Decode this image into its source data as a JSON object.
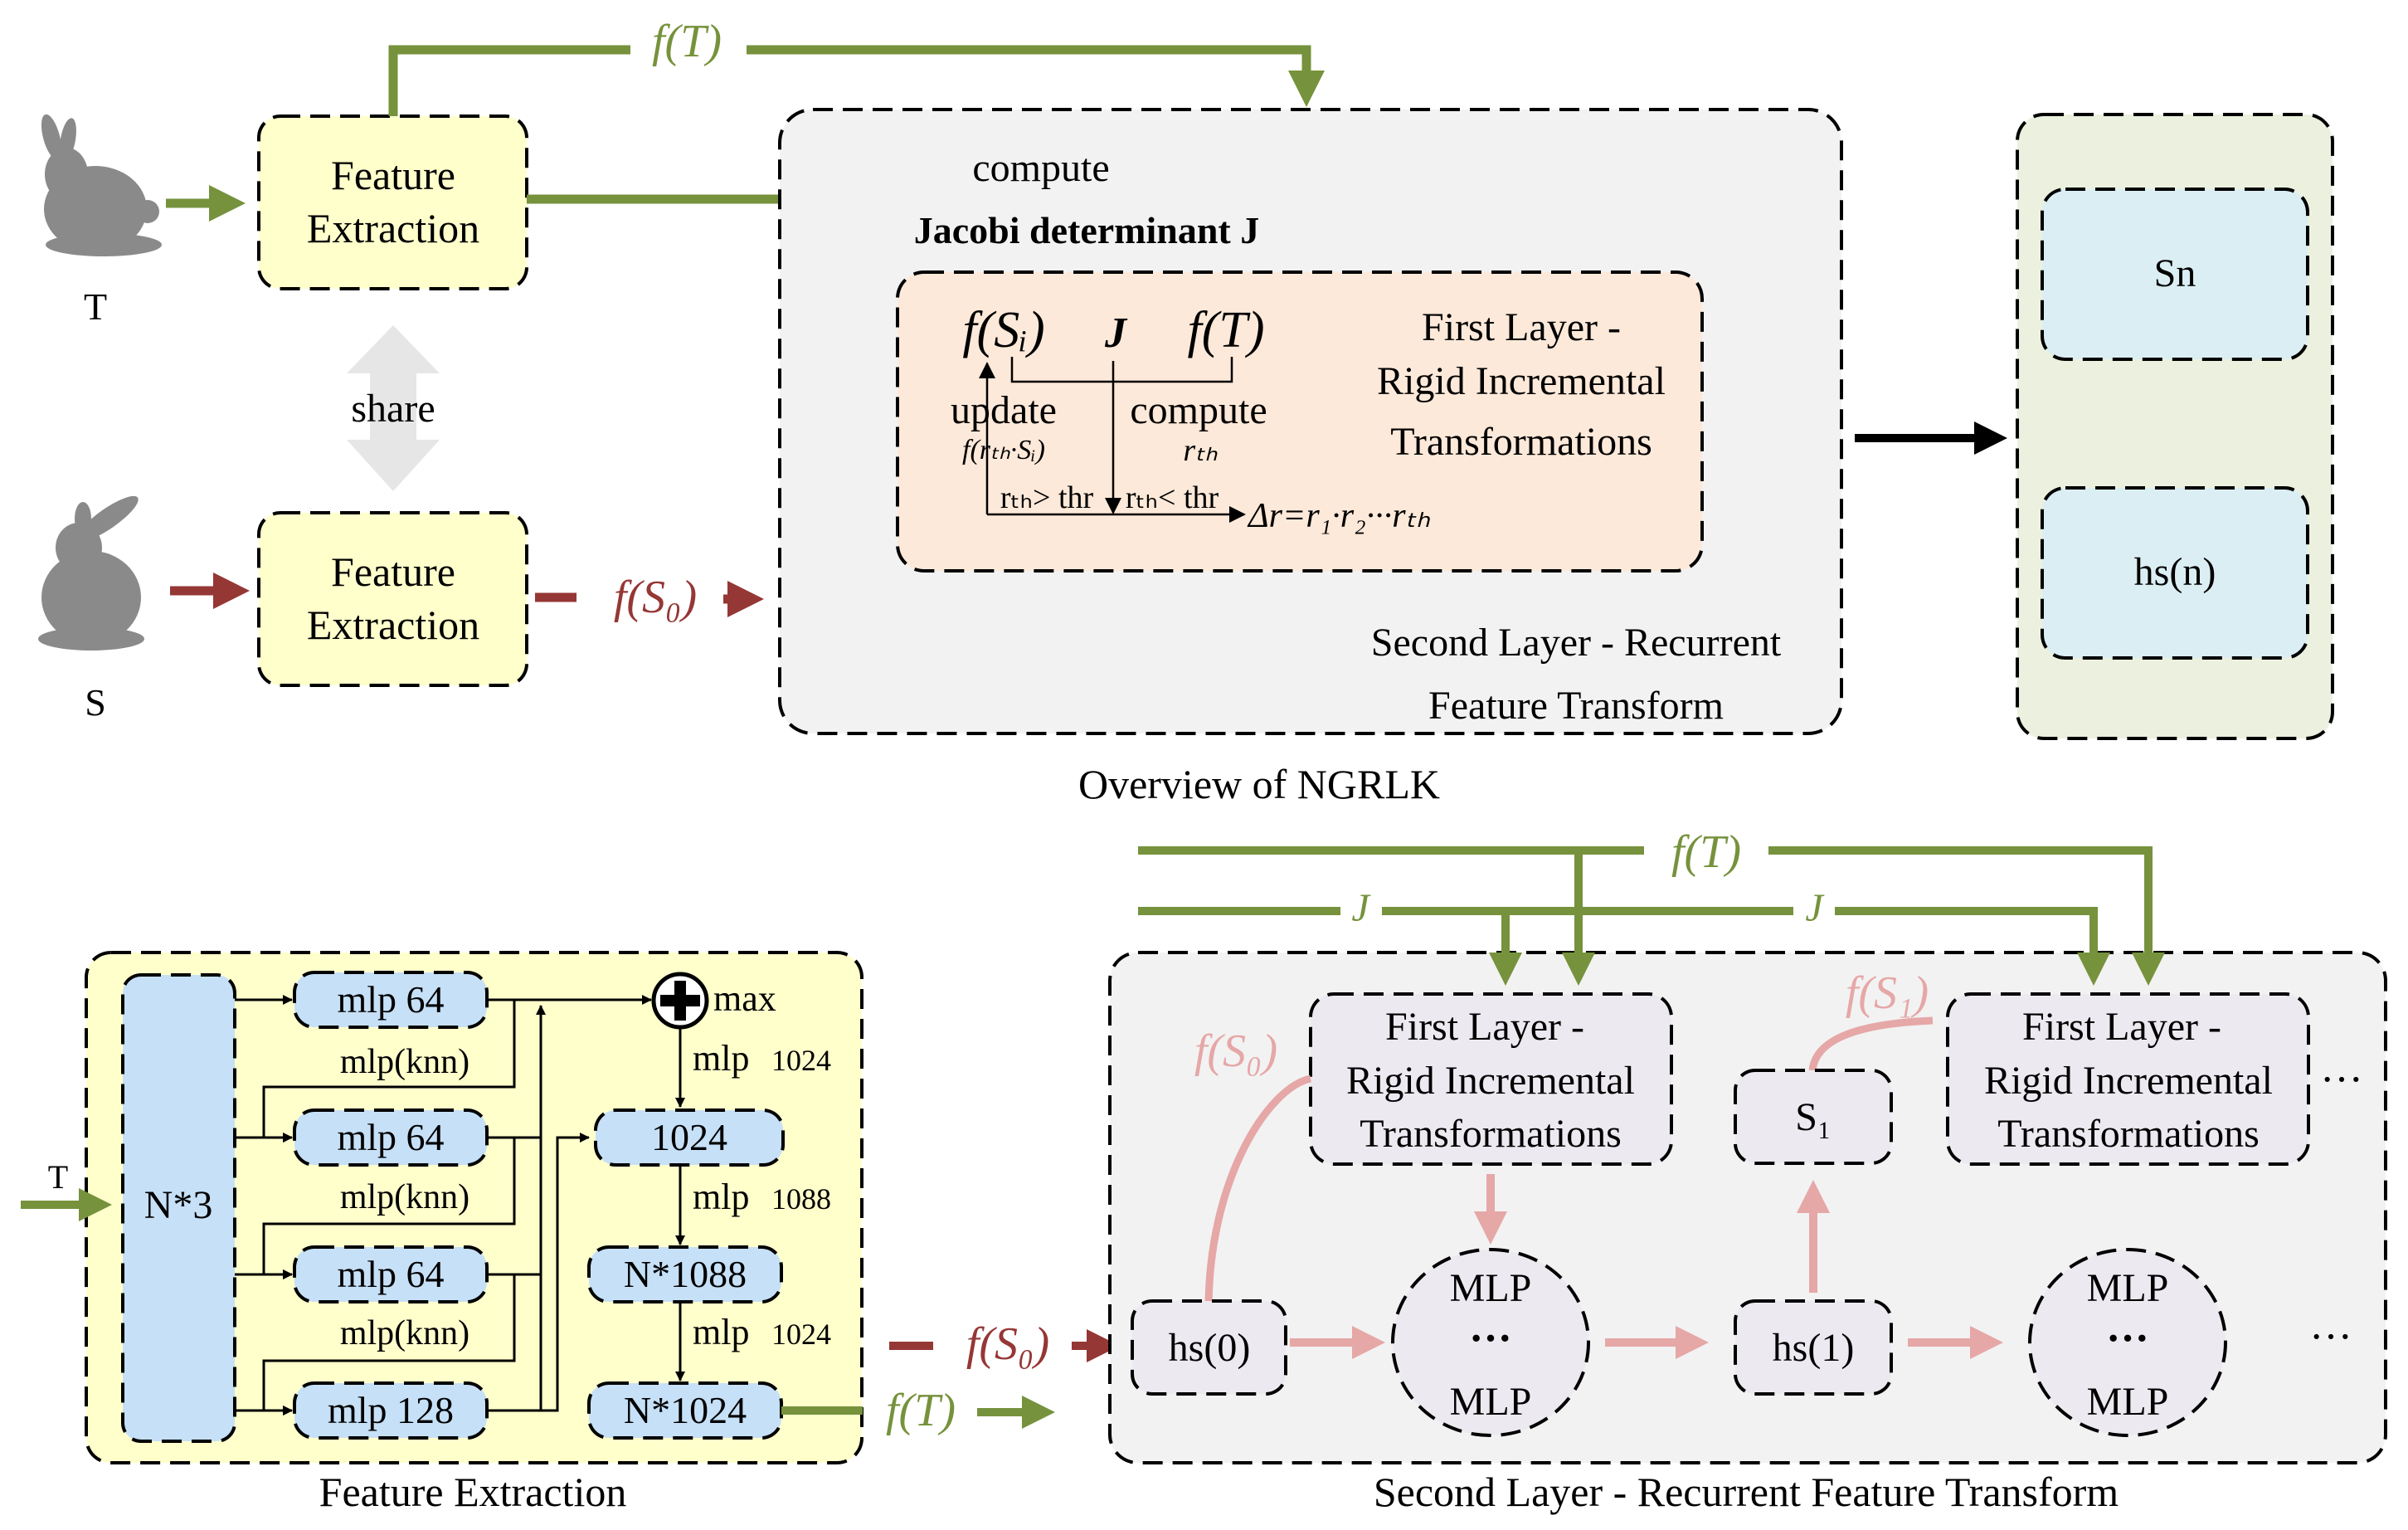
{
  "colors": {
    "green": "#76923c",
    "red": "#953735",
    "pink": "#e6a7a7",
    "black": "#000000",
    "yellow_fill": "#ffffcc",
    "gray_fill": "#f2f2f2",
    "peach_fill": "#fde9d9",
    "green_fill": "#ebf1de",
    "blue_fill": "#dbeef3",
    "lightblue_fill": "#c6e0f7",
    "lavender_fill": "#ece9f0"
  },
  "overview": {
    "input_t": "T",
    "input_s": "S",
    "fe_top": [
      "Feature",
      "Extraction"
    ],
    "fe_bottom": [
      "Feature",
      "Extraction"
    ],
    "share": "share",
    "f_t": "f(T)",
    "f_s0": "f(S₀)",
    "compute": "compute",
    "jacobi": "Jacobi determinant J",
    "first_layer": [
      "First Layer -",
      "Rigid Incremental",
      "Transformations"
    ],
    "formula_fs": "f(Sᵢ)",
    "formula_j": "J",
    "formula_ft": "f(T)",
    "update": "update",
    "update_sub": "f(rₜₕ·Sᵢ)",
    "compute2": "compute",
    "compute2_sub": "rₜₕ",
    "cond1": "rₜₕ> thr",
    "cond2": "rₜₕ< thr",
    "delta_r": "Δr=r₁·r₂···rₜₕ",
    "second_layer": [
      "Second Layer -  Recurrent",
      "Feature Transform"
    ],
    "out_sn": "Sn",
    "out_hsn": "hs(n)",
    "caption": "Overview of NGRLK"
  },
  "fe_detail": {
    "input": "T",
    "n3": "N*3",
    "mlp64_1": "mlp 64",
    "mlp64_2": "mlp 64",
    "mlp64_3": "mlp 64",
    "mlp128": "mlp 128",
    "knn": "mlp(knn)",
    "max": "max",
    "mlp1024_a": "mlp",
    "mlp1024_a_num": "1024",
    "box1024": "1024",
    "mlp1088": "mlp",
    "mlp1088_num": "1088",
    "n1088": "N*1088",
    "mlp1024_b": "mlp",
    "mlp1024_b_num": "1024",
    "n1024": "N*1024",
    "f_s0": "f(S₀)",
    "f_t": "f(T)",
    "caption": "Feature Extraction"
  },
  "rft_detail": {
    "f_t": "f(T)",
    "j1": "J",
    "j2": "J",
    "first_layer": [
      "First Layer -",
      "Rigid Incremental",
      "Transformations"
    ],
    "f_s0": "f(S₀)",
    "f_s1": "f(S₁)",
    "s1": "S₁",
    "hs0": "hs(0)",
    "hs1": "hs(1)",
    "mlp_top": "MLP",
    "mlp_dots": "···",
    "mlp_bottom": "MLP",
    "dots": "···",
    "caption": "Second Layer -  Recurrent Feature Transform"
  }
}
